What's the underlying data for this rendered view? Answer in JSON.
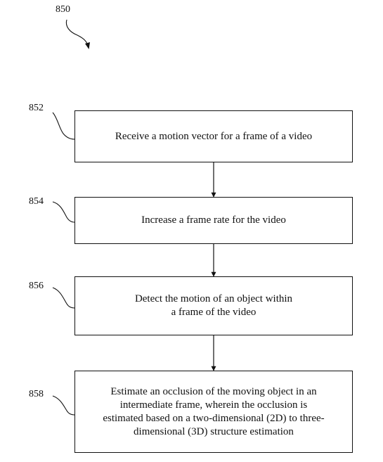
{
  "figure": {
    "number": "850"
  },
  "steps": [
    {
      "ref": "852",
      "text": "Receive a motion vector for a frame of a video"
    },
    {
      "ref": "854",
      "text": "Increase a frame rate for the video"
    },
    {
      "ref": "856",
      "text": "Detect the motion of an object within\na frame of the video"
    },
    {
      "ref": "858",
      "text": "Estimate an occlusion of the moving object in an\nintermediate frame, wherein the occlusion is\nestimated based on a two-dimensional (2D) to three-\ndimensional (3D) structure estimation"
    }
  ],
  "colors": {
    "line": "#111111",
    "background": "#ffffff"
  }
}
